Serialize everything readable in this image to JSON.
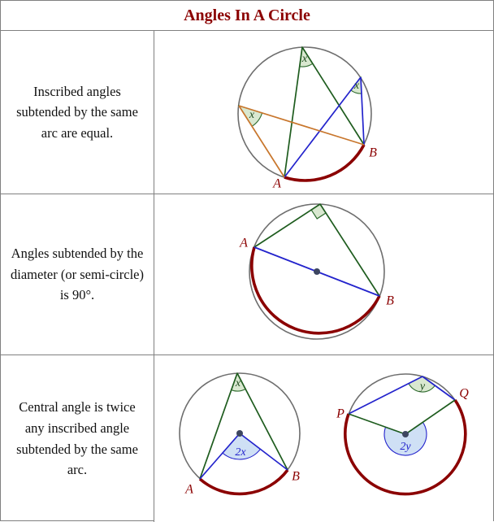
{
  "title": "Angles In A Circle",
  "rows": [
    {
      "text": "Inscribed angles subtended by the same arc are equal."
    },
    {
      "text": "Angles subtended by the diameter (or semi-circle) is 90°."
    },
    {
      "text": "Central angle is twice any inscribed angle subtended by the same arc."
    }
  ],
  "diagram1": {
    "angle_top": "x",
    "angle_right": "x",
    "angle_left": "x",
    "point_a": "A",
    "point_b": "B"
  },
  "diagram2": {
    "point_a": "A",
    "point_b": "B"
  },
  "diagram3_left": {
    "inscribed_angle": "x",
    "central_angle": "2x",
    "point_a": "A",
    "point_b": "B"
  },
  "diagram3_right": {
    "inscribed_angle": "y",
    "central_angle": "2y",
    "point_p": "P",
    "point_q": "Q"
  },
  "colors": {
    "title_text": "#8B0000",
    "subtended_arc": "#8B0000",
    "point_labels": "#8B0000",
    "circle_outline": "#6e6e6e",
    "inscribed_lines_green": "#1e5c1e",
    "central_lines_blue": "#2323cc",
    "extra_chord_orange": "#c8762c",
    "angle_fill_green": "#d9e8d0",
    "angle_fill_blue": "#cfe0f5",
    "center_dot": "#3d4660",
    "table_border": "#808080"
  }
}
